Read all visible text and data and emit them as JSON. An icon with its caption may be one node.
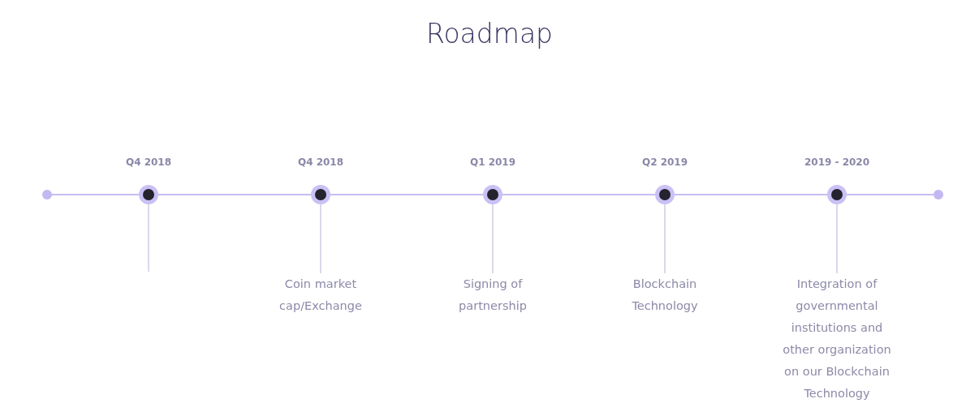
{
  "diagram": {
    "title": "Roadmap",
    "nodes": [
      {
        "text": [],
        "shape": "circle"
      },
      {
        "text": [],
        "shape": "circle",
        "beside": [
          "Q4 2018"
        ]
      },
      {
        "text": [],
        "shape": "circle",
        "beside": [
          "Q4 2018"
        ]
      },
      {
        "text": [],
        "shape": "circle",
        "beside": [
          "Q1 2019"
        ]
      },
      {
        "text": [],
        "shape": "circle",
        "beside": [
          "Q2 2019"
        ]
      },
      {
        "text": [],
        "shape": "circle",
        "beside": [
          "2019 - 2020"
        ]
      },
      {
        "text": [],
        "shape": "circle"
      },
      {
        "text": [
          "Coin market cap/Exchange"
        ]
      },
      {
        "text": [
          "Signing of partnership"
        ]
      },
      {
        "text": [
          "Blockchain Technology"
        ]
      },
      {
        "text": [
          "Integration of governmental institutions and other organization on our Blockchain Technology"
        ]
      }
    ],
    "edges": [
      {
        "from": 0,
        "to": 1,
        "arrow": "none"
      },
      {
        "from": 1,
        "to": 2,
        "arrow": "none"
      },
      {
        "from": 2,
        "to": 3,
        "arrow": "none"
      },
      {
        "from": 3,
        "to": 4,
        "arrow": "none"
      },
      {
        "from": 4,
        "to": 5,
        "arrow": "none"
      },
      {
        "from": 5,
        "to": 6,
        "arrow": "none"
      },
      {
        "from": 1,
        "to": null,
        "arrow": "none"
      },
      {
        "from": 2,
        "to": 7,
        "arrow": "none"
      },
      {
        "from": 3,
        "to": 8,
        "arrow": "none"
      },
      {
        "from": 4,
        "to": 9,
        "arrow": "none"
      },
      {
        "from": 5,
        "to": 10,
        "arrow": "none"
      }
    ]
  }
}
